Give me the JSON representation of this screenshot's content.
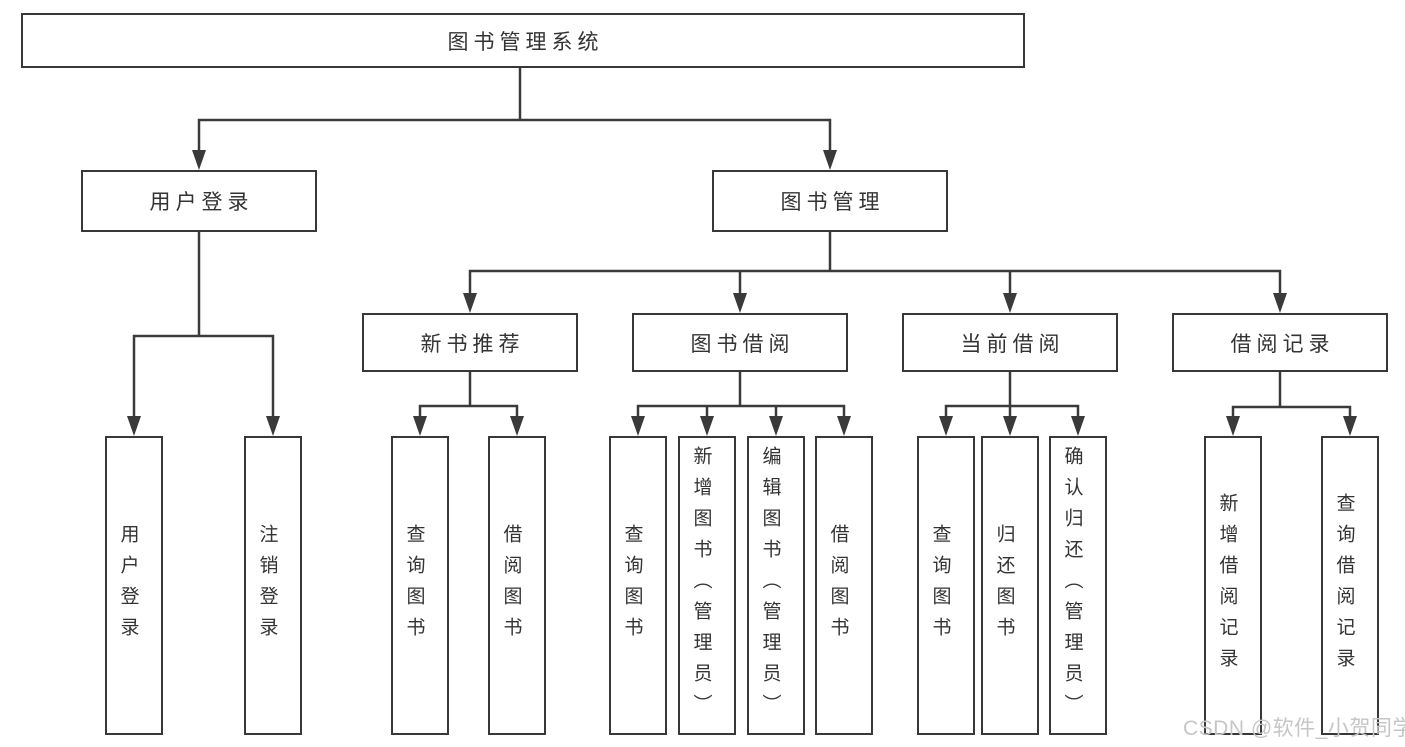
{
  "diagram": {
    "type": "hierarchy-functional-structure",
    "title": "图书管理系统",
    "watermark": "CSDN @软件_小贺同学",
    "colors": {
      "background": "#ffffff",
      "line": "#3a3a3a",
      "box_border": "#383838",
      "text": "#333333",
      "watermark": "#c6c6c6"
    },
    "nodes": {
      "root": {
        "label": "图书管理系统",
        "parent": null
      },
      "user_login": {
        "label": "用户登录",
        "parent": "root"
      },
      "book_mgmt": {
        "label": "图书管理",
        "parent": "root"
      },
      "new_book_rec": {
        "label": "新书推荐",
        "parent": "book_mgmt"
      },
      "book_borrow": {
        "label": "图书借阅",
        "parent": "book_mgmt"
      },
      "current_borrow": {
        "label": "当前借阅",
        "parent": "book_mgmt"
      },
      "borrow_record": {
        "label": "借阅记录",
        "parent": "book_mgmt"
      },
      "leaf_user_login": {
        "label": "用户登录",
        "parent": "user_login"
      },
      "leaf_logout": {
        "label": "注销登录",
        "parent": "user_login"
      },
      "leaf_query_book_a": {
        "label": "查询图书",
        "parent": "new_book_rec"
      },
      "leaf_borrow_book_a": {
        "label": "借阅图书",
        "parent": "new_book_rec"
      },
      "leaf_query_book_b": {
        "label": "查询图书",
        "parent": "book_borrow"
      },
      "leaf_add_book": {
        "label": "新增图书（管理员）",
        "parent": "book_borrow"
      },
      "leaf_edit_book": {
        "label": "编辑图书（管理员）",
        "parent": "book_borrow"
      },
      "leaf_borrow_book_b": {
        "label": "借阅图书",
        "parent": "book_borrow"
      },
      "leaf_query_book_c": {
        "label": "查询图书",
        "parent": "current_borrow"
      },
      "leaf_return_book": {
        "label": "归还图书",
        "parent": "current_borrow"
      },
      "leaf_confirm_return": {
        "label": "确认归还（管理员）",
        "parent": "current_borrow"
      },
      "leaf_add_record": {
        "label": "新增借阅记录",
        "parent": "borrow_record"
      },
      "leaf_query_record": {
        "label": "查询借阅记录",
        "parent": "borrow_record"
      }
    }
  }
}
